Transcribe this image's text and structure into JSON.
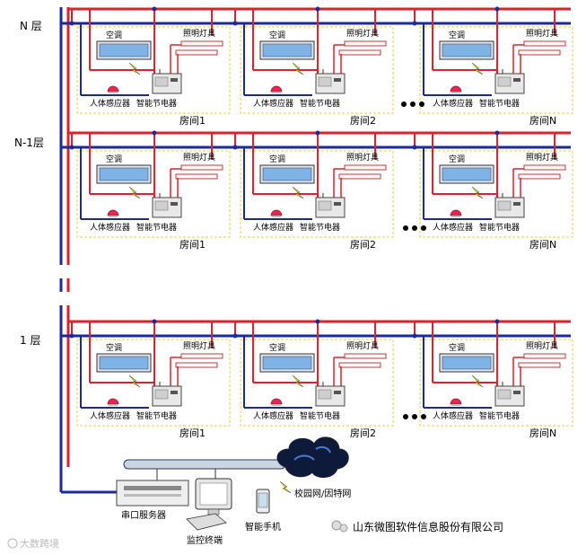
{
  "floors": [
    {
      "label": "N 层",
      "rooms": [
        "房间1",
        "房间2",
        "房间N"
      ]
    },
    {
      "label": "N-1层",
      "rooms": [
        "房间1",
        "房间2",
        "房间N"
      ]
    },
    {
      "label": "1 层",
      "rooms": [
        "房间1",
        "房间2",
        "房间N"
      ]
    }
  ],
  "devices": {
    "ac": "空调",
    "lights": "照明灯具",
    "sensor": "人体感应器",
    "saver": "智能节电器"
  },
  "network": {
    "serial_server": "串口服务器",
    "monitor": "监控终端",
    "phone": "智能手机",
    "cloud": "校园网/因特网"
  },
  "footer": {
    "company": "山东微图软件信息股份有限公司",
    "watermark": "大数跨境"
  },
  "colors": {
    "power_line": "#e0202a",
    "signal_line": "#1a2a9c",
    "room_border": "#e8d23a",
    "ac_screen": "#7fb3e6"
  }
}
